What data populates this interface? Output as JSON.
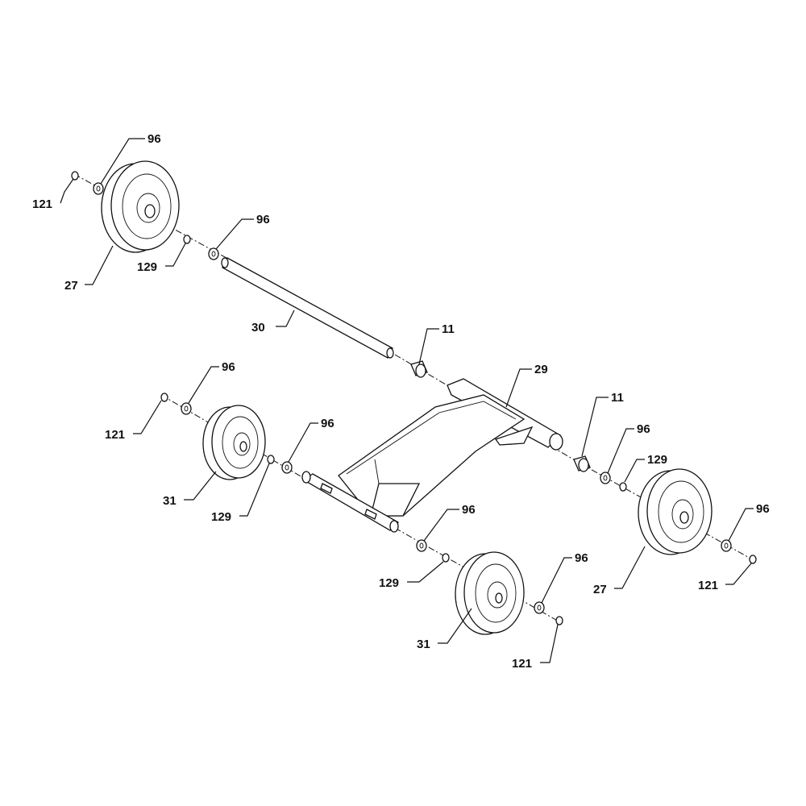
{
  "diagram": {
    "type": "exploded-parts-view",
    "callouts": [
      {
        "id": "c1",
        "text": "96"
      },
      {
        "id": "c2",
        "text": "121"
      },
      {
        "id": "c3",
        "text": "27"
      },
      {
        "id": "c4",
        "text": "129"
      },
      {
        "id": "c5",
        "text": "96"
      },
      {
        "id": "c6",
        "text": "30"
      },
      {
        "id": "c7",
        "text": "11"
      },
      {
        "id": "c8",
        "text": "29"
      },
      {
        "id": "c9",
        "text": "96"
      },
      {
        "id": "c10",
        "text": "121"
      },
      {
        "id": "c11",
        "text": "96"
      },
      {
        "id": "c12",
        "text": "31"
      },
      {
        "id": "c13",
        "text": "129"
      },
      {
        "id": "c14",
        "text": "11"
      },
      {
        "id": "c15",
        "text": "96"
      },
      {
        "id": "c16",
        "text": "129"
      },
      {
        "id": "c17",
        "text": "96"
      },
      {
        "id": "c18",
        "text": "27"
      },
      {
        "id": "c19",
        "text": "121"
      },
      {
        "id": "c20",
        "text": "96"
      },
      {
        "id": "c21",
        "text": "129"
      },
      {
        "id": "c22",
        "text": "96"
      },
      {
        "id": "c23",
        "text": "31"
      },
      {
        "id": "c24",
        "text": "121"
      }
    ]
  }
}
